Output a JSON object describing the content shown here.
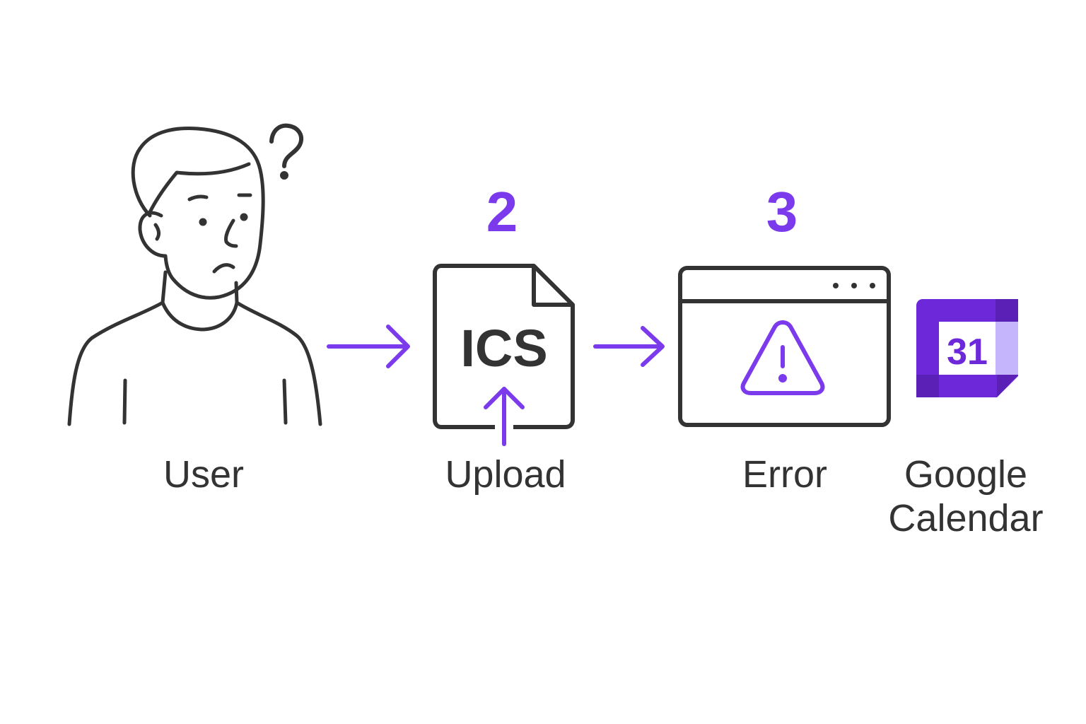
{
  "steps": {
    "upload_number": "2",
    "error_number": "3"
  },
  "labels": {
    "user": "User",
    "upload": "Upload",
    "error": "Error",
    "google_calendar_line1": "Google",
    "google_calendar_line2": "Calendar"
  },
  "file_icon": {
    "text": "ICS"
  },
  "calendar_icon": {
    "day": "31"
  },
  "colors": {
    "accent": "#7c3aed",
    "line": "#333333",
    "calendar_dark": "#5b21b6",
    "calendar_main": "#6d28d9",
    "calendar_light": "#c4b5fd",
    "background": "#ffffff"
  },
  "icons": [
    "confused-user-icon",
    "question-mark-icon",
    "arrow-right-icon",
    "ics-file-icon",
    "upload-arrow-icon",
    "browser-window-icon",
    "warning-icon",
    "google-calendar-icon"
  ]
}
